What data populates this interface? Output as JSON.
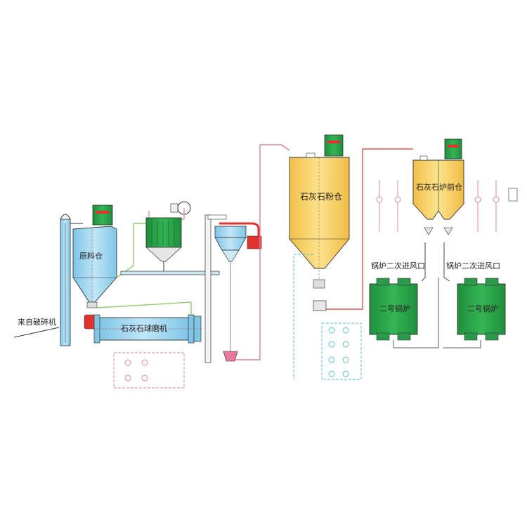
{
  "labels": {
    "raw_bin": "原料仓",
    "from_crusher": "来自破碎机",
    "ball_mill": "石灰石球磨机",
    "powder_bin": "石灰石粉仓",
    "front_bin": "石灰石炉前仓",
    "secondary_inlet_1": "锅炉二次进风口",
    "secondary_inlet_2": "锅炉二次进风口",
    "boiler_1": "二号锅炉",
    "boiler_2": "二号锅炉"
  },
  "colors": {
    "silo_blue": "#a9dcf2",
    "silo_yellow": "#f7d56a",
    "boiler_green": "#2faa4a",
    "motor_green": "#2b9a4b",
    "filter_green": "#4aa44c",
    "pipe_pink": "#e87aa0",
    "pipe_cyan": "#4cc3d9",
    "pipe_green": "#8fcf6a",
    "accent_red": "#e0332f"
  }
}
